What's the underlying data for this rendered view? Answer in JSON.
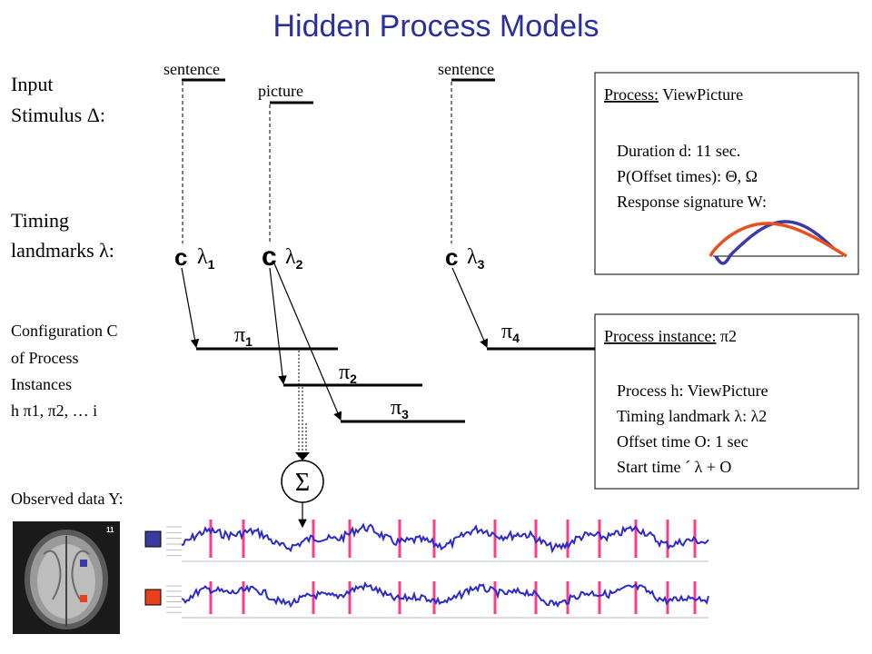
{
  "title": "Hidden Process Models",
  "left_labels": {
    "input_line1": "Input",
    "input_line2": "Stimulus Δ:",
    "timing_line1": "Timing",
    "timing_line2": "landmarks λ:",
    "config_line1": "Configuration C",
    "config_line2": "of Process",
    "config_line3": "Instances",
    "config_line4": "h π1, π2, … i",
    "observed": "Observed data Y:"
  },
  "stimuli": [
    {
      "label": "sentence"
    },
    {
      "label": "picture"
    },
    {
      "label": "sentence"
    }
  ],
  "landmarks": [
    {
      "glyph": "c",
      "label": "λ",
      "sub": "1"
    },
    {
      "glyph": "c",
      "label": "λ",
      "sub": "2"
    },
    {
      "glyph": "c",
      "label": "λ",
      "sub": "3"
    }
  ],
  "instances": [
    {
      "label": "π",
      "sub": "1"
    },
    {
      "label": "π",
      "sub": "2"
    },
    {
      "label": "π",
      "sub": "3"
    },
    {
      "label": "π",
      "sub": "4"
    }
  ],
  "sum_symbol": "Σ",
  "brain_slice_number": "11",
  "process_box": {
    "heading_key": "Process:",
    "heading_value": " ViewPicture",
    "line1": "Duration d: 11 sec.",
    "line2": "P(Offset times): Θ, Ω",
    "line3": "Response signature W:"
  },
  "instance_box": {
    "heading_key": "Process instance:",
    "heading_value": " π2",
    "line1": "Process h: ViewPicture",
    "line2": "Timing landmark λ:  λ2",
    "line3": "Offset time O: 1 sec",
    "line4": "Start time ´  λ + O"
  },
  "colors": {
    "title": "#2b2f9c",
    "voxel_blue": "#3a3aa0",
    "voxel_red": "#e8401c",
    "signal_blue": "#2a2ad0",
    "marker_magenta": "#ff3c8c",
    "curve_blue": "#3a3aa8",
    "curve_red": "#e8501c"
  }
}
